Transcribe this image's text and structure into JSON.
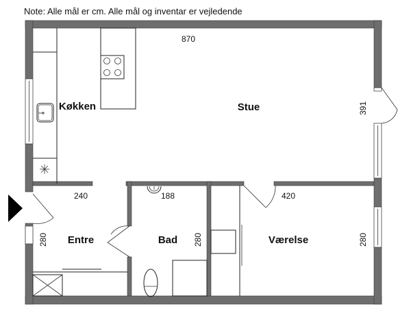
{
  "note": "Note: Alle mål er cm. Alle mål og inventar er vejledende",
  "rooms": {
    "kitchen": "Køkken",
    "living": "Stue",
    "entry": "Entre",
    "bathroom": "Bad",
    "bedroom": "Værelse"
  },
  "dimensions": {
    "living_width": "870",
    "living_depth": "391",
    "entry_width": "240",
    "entry_depth": "280",
    "bath_width": "188",
    "bath_depth": "280",
    "bedroom_width": "420",
    "bedroom_depth": "280"
  },
  "colors": {
    "wall": "#6e6e6e",
    "entrance_arrow": "#000000"
  }
}
